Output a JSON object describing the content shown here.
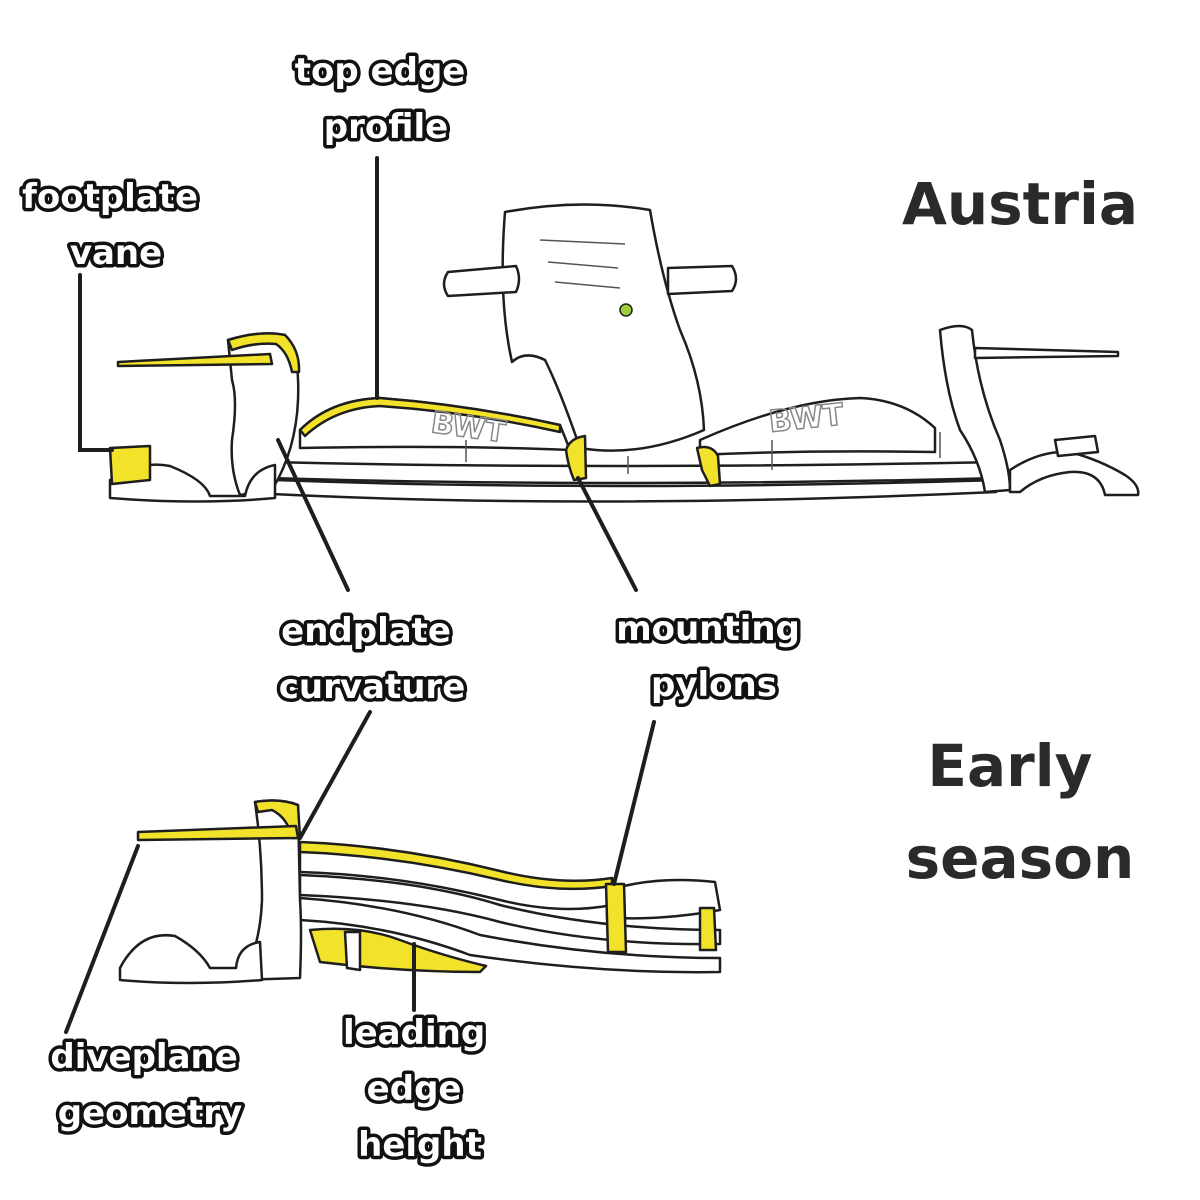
{
  "headings": {
    "austria": "Austria",
    "early_season_line1": "Early",
    "early_season_line2": "season"
  },
  "labels": {
    "top_edge_profile": [
      "top edge",
      "profile"
    ],
    "footplate_vane": [
      "footplate",
      "vane"
    ],
    "endplate_curvature": [
      "endplate",
      "curvature"
    ],
    "mounting_pylons": [
      "mounting",
      "pylons"
    ],
    "diveplane_geometry": [
      "diveplane",
      "geometry"
    ],
    "leading_edge_height": [
      "leading",
      "edge",
      "height"
    ]
  },
  "colors": {
    "highlight": "#f3e22a",
    "outline": "#1e1e1e",
    "label_fill": "#ffffff",
    "heading_fill": "#2a2a2a"
  }
}
